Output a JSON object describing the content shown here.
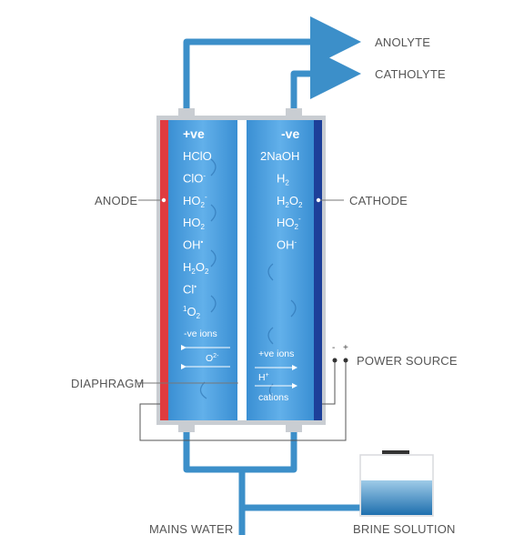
{
  "labels": {
    "anolyte": "ANOLYTE",
    "catholyte": "CATHOLYTE",
    "anode": "ANODE",
    "cathode": "CATHODE",
    "power_source": "POWER SOURCE",
    "power_plus": "+",
    "power_minus": "-",
    "diaphragm": "DIAPHRAGM",
    "mains_water": "MAINS WATER",
    "brine_solution": "BRINE SOLUTION"
  },
  "anode_chamber": {
    "polarity": "+ve",
    "species": [
      {
        "base": "HClO",
        "sub": "",
        "sup": ""
      },
      {
        "base": "ClO",
        "sub": "",
        "sup": "-"
      },
      {
        "base": "HO",
        "sub": "2",
        "sup": "-"
      },
      {
        "base": "HO",
        "sub": "2",
        "sup": ""
      },
      {
        "base": "OH",
        "sub": "",
        "sup": "•"
      },
      {
        "base": "H",
        "sub": "2",
        "mid": "O",
        "sub2": "2",
        "sup": ""
      },
      {
        "base": "Cl",
        "sub": "",
        "sup": "•"
      },
      {
        "pre": "1",
        "base": "O",
        "sub": "2",
        "sup": ""
      }
    ],
    "ion_label": "-ve ions",
    "ion_species": "O",
    "ion_sup": "2-"
  },
  "cathode_chamber": {
    "polarity": "-ve",
    "species": [
      {
        "base": "2NaOH",
        "sub": "",
        "sup": ""
      },
      {
        "base": "H",
        "sub": "2",
        "sup": ""
      },
      {
        "base": "H",
        "sub": "2",
        "mid": "O",
        "sub2": "2",
        "sup": ""
      },
      {
        "base": "HO",
        "sub": "2",
        "sup": "-"
      },
      {
        "base": "OH",
        "sub": "",
        "sup": "-"
      }
    ],
    "ion_label": "+ve ions",
    "ion_species": "H",
    "ion_sup": "+",
    "ion_sub_label": "cations"
  },
  "colors": {
    "pipe": "#3c8fc9",
    "chamber_light": "#5aa9e4",
    "chamber_dark": "#2d7fc1",
    "anode": "#e03b3f",
    "cathode": "#1d3f99",
    "frame": "#c9cdd2",
    "wire": "#555555"
  }
}
